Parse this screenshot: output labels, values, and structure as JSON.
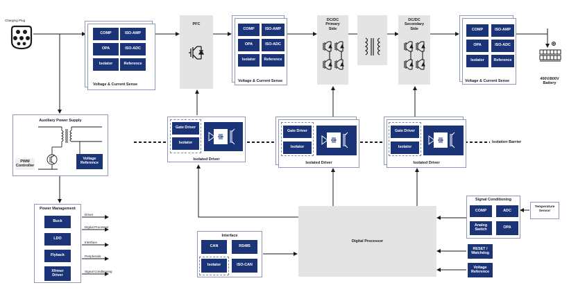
{
  "charging_plug": {
    "label": "Charging Plug"
  },
  "pfc": {
    "label": "PFC"
  },
  "dcdc_primary": {
    "label": "DC/DC\nPrimary\nSide"
  },
  "dcdc_secondary": {
    "label": "DC/DC\nSecondary\nSide"
  },
  "battery": {
    "label": "400V/800V\nBattery"
  },
  "sense_left": {
    "comp": "COMP",
    "iso_amp": "ISO-AMP",
    "opa": "OPA",
    "iso_adc": "ISO-ADC",
    "isolator": "Isolator",
    "reference": "Reference",
    "caption": "Voltage & Current Sense"
  },
  "sense_mid": {
    "comp": "COMP",
    "iso_amp": "ISO-AMP",
    "opa": "OPA",
    "iso_adc": "ISO-ADC",
    "isolator": "Isolator",
    "reference": "Reference",
    "caption": "Voltage & Current Sense"
  },
  "sense_right": {
    "comp": "COMP",
    "iso_amp": "ISO-AMP",
    "opa": "OPA",
    "iso_adc": "ISO-ADC",
    "isolator": "Isolator",
    "reference": "Reference",
    "caption": "Voltage & Current Sense"
  },
  "aux_supply": {
    "title": "Auxiliary Power Supply",
    "pwm": "PWM\nController",
    "vref": "Voltage\nReference"
  },
  "drivers": [
    {
      "gate_driver": "Gate Driver",
      "isolator": "Isolator",
      "caption": "Isolated Driver"
    },
    {
      "gate_driver": "Gate Driver",
      "isolator": "Isolator",
      "caption": "Isolated Driver"
    },
    {
      "gate_driver": "Gate Driver",
      "isolator": "Isolator",
      "caption": "Isolated Driver"
    }
  ],
  "isolation_barrier": {
    "label": "Isolation Barrier"
  },
  "power_management": {
    "title": "Power Management",
    "blocks": [
      "Buck",
      "LDO",
      "Flyback",
      "Xfrmer\nDriver"
    ],
    "outputs": [
      "Driver",
      "Digital Processor",
      "Interface",
      "Peripherals",
      "Signal Conditioning"
    ]
  },
  "interface": {
    "title": "Interface",
    "can": "CAN",
    "rs485": "RS485",
    "isolator": "Isolator",
    "iso_can": "ISO-CAN"
  },
  "digital_processor": {
    "label": "Digital Processor"
  },
  "signal_conditioning": {
    "title": "Signal Conditioning",
    "comp": "COMP",
    "adc": "ADC",
    "analog_switch": "Analog\nSwitch",
    "opa": "OPA"
  },
  "temperature_sensor": {
    "label": "Temperature\nSensor"
  },
  "reset_watchdog": {
    "label": "RESET /\nWatchdog"
  },
  "voltage_reference": {
    "label": "Voltage\nReference"
  },
  "colors": {
    "chip": "#1b3478",
    "panel_border": "#8d97b6",
    "gray_block": "#e4e4e4",
    "wire": "#1a1a1a"
  }
}
